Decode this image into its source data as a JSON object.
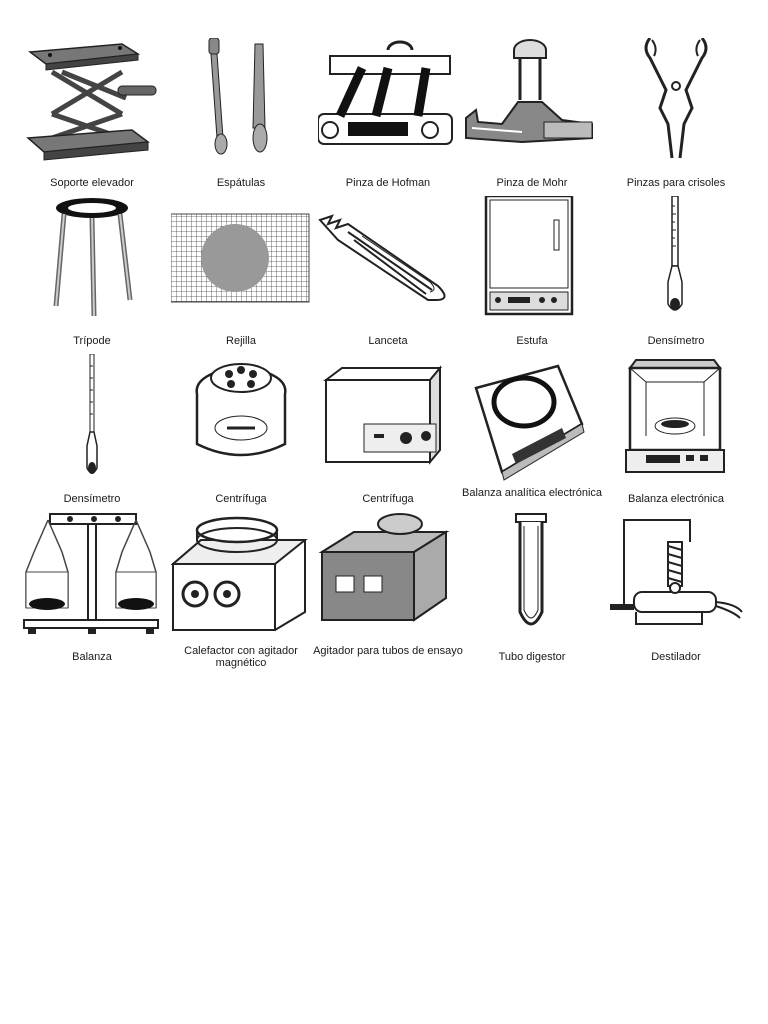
{
  "items": [
    {
      "label": "Soporte elevador",
      "icon": "lab-jack-icon"
    },
    {
      "label": "Espátulas",
      "icon": "spatulas-icon"
    },
    {
      "label": "Pinza de Hofman",
      "icon": "hofmann-clamp-icon"
    },
    {
      "label": "Pinza de Mohr",
      "icon": "mohr-clamp-icon"
    },
    {
      "label": "Pinzas para crisoles",
      "icon": "crucible-tongs-icon"
    },
    {
      "label": "Trípode",
      "icon": "tripod-icon"
    },
    {
      "label": "Rejilla",
      "icon": "wire-gauze-icon"
    },
    {
      "label": "Lanceta",
      "icon": "lancet-icon"
    },
    {
      "label": "Estufa",
      "icon": "oven-icon"
    },
    {
      "label": "Densímetro",
      "icon": "hydrometer-icon"
    },
    {
      "label": "Densímetro",
      "icon": "hydrometer-long-icon"
    },
    {
      "label": "Centrífuga",
      "icon": "centrifuge-round-icon"
    },
    {
      "label": "Centrífuga",
      "icon": "centrifuge-box-icon"
    },
    {
      "label": "Balanza analítica electrónica",
      "icon": "analytical-balance-icon"
    },
    {
      "label": "Balanza electrónica",
      "icon": "electronic-balance-icon"
    },
    {
      "label": "Balanza",
      "icon": "beam-balance-icon"
    },
    {
      "label": "Calefactor con agitador magnético",
      "icon": "hot-plate-stirrer-icon"
    },
    {
      "label": "Agitador para tubos de ensayo",
      "icon": "vortex-mixer-icon"
    },
    {
      "label": "Tubo digestor",
      "icon": "digestion-tube-icon"
    },
    {
      "label": "Destilador",
      "icon": "distiller-icon"
    }
  ]
}
